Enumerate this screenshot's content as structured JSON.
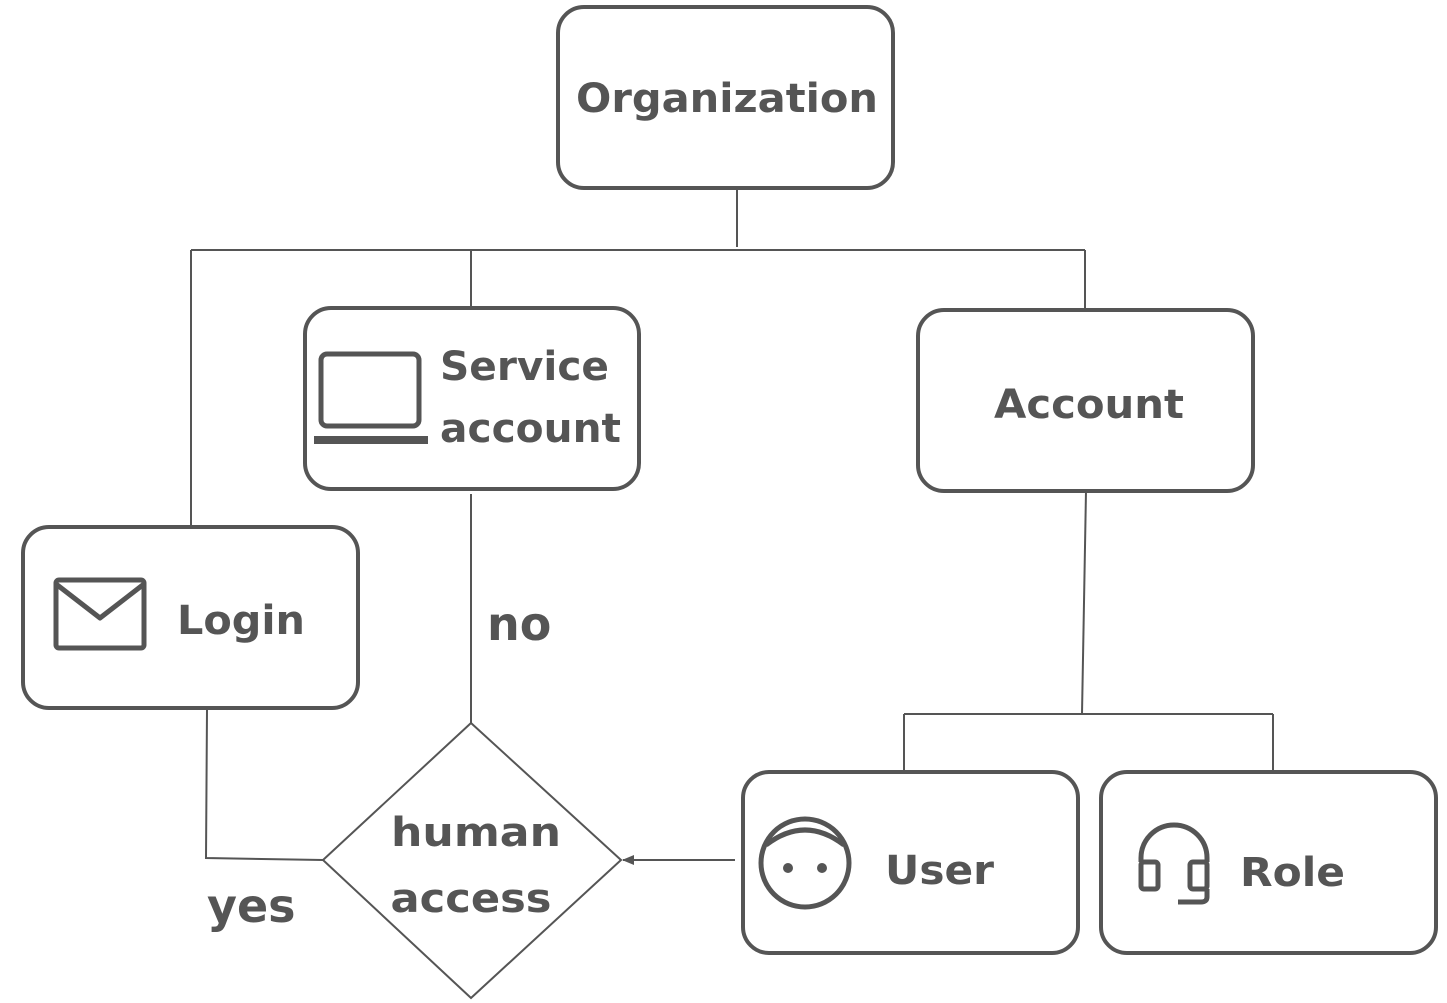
{
  "diagram": {
    "nodes": {
      "organization": {
        "label": "Organization"
      },
      "service_account": {
        "label_line1": "Service",
        "label_line2": "account",
        "icon": "laptop-icon"
      },
      "account": {
        "label": "Account"
      },
      "login": {
        "label": "Login",
        "icon": "mail-icon"
      },
      "human_access": {
        "label_line1": "human",
        "label_line2": "access"
      },
      "user": {
        "label": "User",
        "icon": "face-icon"
      },
      "role": {
        "label": "Role",
        "icon": "headset-icon"
      }
    },
    "edge_labels": {
      "no": "no",
      "yes": "yes"
    },
    "edges": [
      {
        "from": "organization",
        "to": "login"
      },
      {
        "from": "organization",
        "to": "service_account"
      },
      {
        "from": "organization",
        "to": "account"
      },
      {
        "from": "account",
        "to": "user"
      },
      {
        "from": "account",
        "to": "role"
      },
      {
        "from": "service_account",
        "to": "human_access",
        "label": "no"
      },
      {
        "from": "login",
        "to": "human_access",
        "label": "yes"
      },
      {
        "from": "user",
        "to": "human_access"
      }
    ]
  }
}
